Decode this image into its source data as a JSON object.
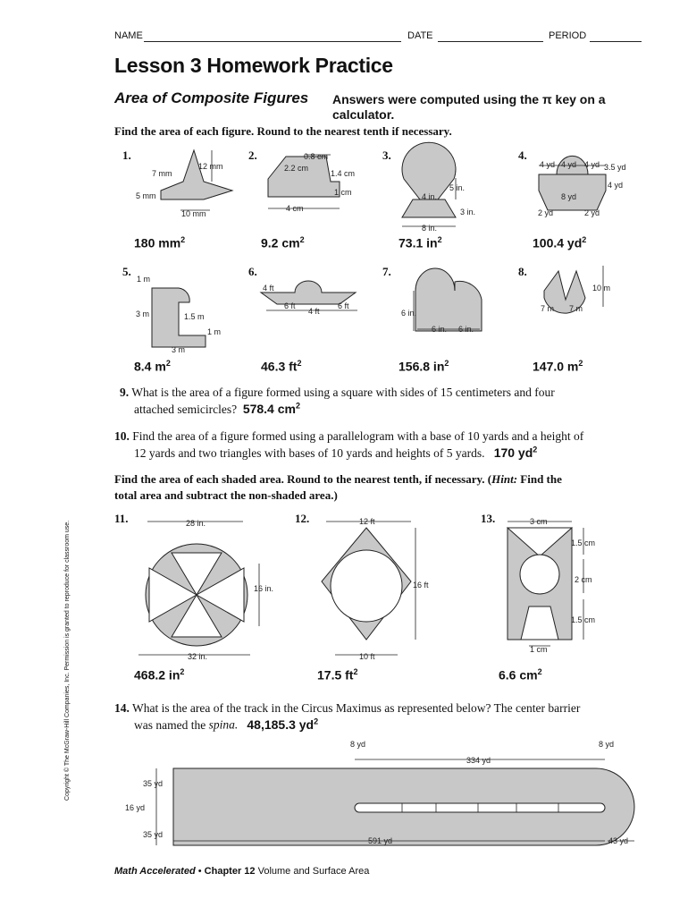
{
  "header": {
    "name_label": "NAME",
    "date_label": "DATE",
    "period_label": "PERIOD"
  },
  "title": "Lesson 3 Homework Practice",
  "subtitle": "Area of Composite Figures",
  "note": "Answers were computed using the π key on a calculator.",
  "instructions1": "Find the area of each figure. Round to the nearest tenth if necessary.",
  "problems": [
    {
      "num": "1.",
      "answer": "180 mm",
      "unit_exp": "2",
      "labels": [
        "7 mm",
        "12 mm",
        "5 mm",
        "10 mm"
      ]
    },
    {
      "num": "2.",
      "answer": "9.2 cm",
      "unit_exp": "2",
      "labels": [
        "0.8 cm",
        "2.2 cm",
        "1.4 cm",
        "1 cm",
        "4 cm"
      ]
    },
    {
      "num": "3.",
      "answer": "73.1 in",
      "unit_exp": "2",
      "labels": [
        "5 in.",
        "4 in.",
        "3 in.",
        "8 in."
      ]
    },
    {
      "num": "4.",
      "answer": "100.4 yd",
      "unit_exp": "2",
      "labels": [
        "4 yd",
        "4 yd",
        "4 yd",
        "3.5 yd",
        "4 yd",
        "8 yd",
        "2 yd",
        "2 yd"
      ]
    },
    {
      "num": "5.",
      "answer": "8.4 m",
      "unit_exp": "2",
      "labels": [
        "1 m",
        "3 m",
        "1.5 m",
        "1 m",
        "3 m"
      ]
    },
    {
      "num": "6.",
      "answer": "46.3 ft",
      "unit_exp": "2",
      "labels": [
        "4 ft",
        "6 ft",
        "4 ft",
        "6 ft"
      ]
    },
    {
      "num": "7.",
      "answer": "156.8 in",
      "unit_exp": "2",
      "labels": [
        "6 in.",
        "6 in.",
        "6 in."
      ]
    },
    {
      "num": "8.",
      "answer": "147.0 m",
      "unit_exp": "2",
      "labels": [
        "10 m",
        "7 m",
        "7 m"
      ]
    }
  ],
  "q9": {
    "num": "9.",
    "text1": "What is the area of a figure formed using a square with sides of 15 centimeters and four",
    "text2": "attached semicircles?",
    "answer": "578.4 cm",
    "exp": "2"
  },
  "q10": {
    "num": "10.",
    "text1": "Find the area of a figure formed using a parallelogram with a base of 10 yards and a height of",
    "text2": "12 yards and two triangles with bases of 10 yards and heights of 5 yards.",
    "answer": "170 yd",
    "exp": "2"
  },
  "instructions2_a": "Find the area of each shaded area. Round to the nearest tenth, if necessary. (",
  "instructions2_hint": "Hint:",
  "instructions2_b": " Find the",
  "instructions2_c": "total area and subtract the non-shaded area.)",
  "shaded": [
    {
      "num": "11.",
      "answer": "468.2 in",
      "exp": "2",
      "labels": [
        "28 in.",
        "16 in.",
        "32 in."
      ]
    },
    {
      "num": "12.",
      "answer": "17.5 ft",
      "exp": "2",
      "labels": [
        "12 ft",
        "16 ft",
        "10 ft"
      ]
    },
    {
      "num": "13.",
      "answer": "6.6 cm",
      "exp": "2",
      "labels": [
        "3 cm",
        "1.5 cm",
        "2 cm",
        "1.5 cm",
        "1 cm"
      ]
    }
  ],
  "q14": {
    "num": "14.",
    "text1": "What is the area of the track in the Circus Maximus as represented below? The center barrier",
    "text2_a": "was named the ",
    "text2_italic": "spina.",
    "answer": "48,185.3 yd",
    "exp": "2",
    "labels": [
      "8 yd",
      "8 yd",
      "334 yd",
      "35 yd",
      "16 yd",
      "35 yd",
      "591 yd",
      "43 yd"
    ]
  },
  "copyright": "Copyright © The McGraw-Hill Companies, Inc. Permission is granted to reproduce for classroom use.",
  "footer": {
    "course": "Math Accelerated",
    "bullet": "•",
    "chapter": "Chapter 12",
    "topic": "Volume and Surface Area"
  }
}
